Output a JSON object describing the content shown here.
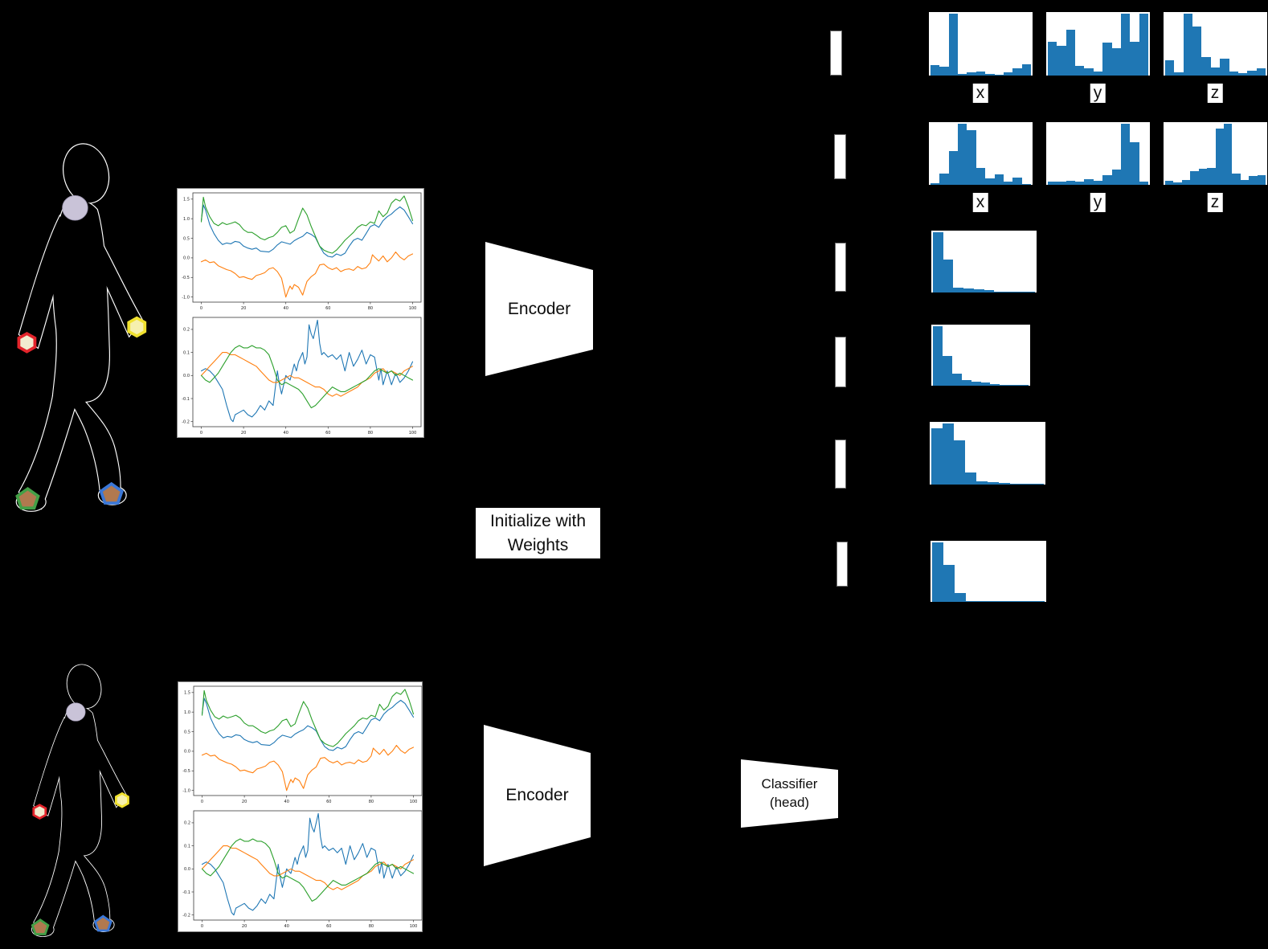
{
  "canvas": {
    "background": "#000000"
  },
  "palette": {
    "hist_bar": "#1f77b4",
    "line_blue": "#1f77b4",
    "line_orange": "#ff7f0e",
    "line_green": "#2ca02c",
    "neck_sensor_fill": "#c9c3d8",
    "neck_sensor_stroke": "#9a94ae",
    "wrist_right_hex_stroke": "#e3242b",
    "wrist_right_hex_fill": "#f2ecd0",
    "wrist_left_hex_stroke": "#f0e12f",
    "wrist_left_hex_fill": "#f6f0ae",
    "foot_right_pent_stroke": "#43a047",
    "foot_left_pent_stroke": "#3b78d8",
    "foot_pent_fill": "#b1794f",
    "silhouette_fill": "#000000",
    "silhouette_outline": "#ffffff"
  },
  "labels": {
    "encoder": "Encoder",
    "init_line1": "Initialize with",
    "init_line2": "Weights",
    "classifier_line1": "Classifier",
    "classifier_line2": "(head)"
  },
  "hists": {
    "row1_labels": [
      "x",
      "y",
      "z"
    ],
    "row2_labels": [
      "x",
      "y",
      "z"
    ],
    "embedding_bar_count": 6
  },
  "chart_data": [
    {
      "id": "sensor-accelerometer",
      "type": "line",
      "shown_in": [
        "top-figure",
        "bottom-figure"
      ],
      "xlim": [
        -4,
        104
      ],
      "ylim": [
        -1.13,
        1.66
      ],
      "xticks": [
        0,
        20,
        40,
        60,
        80,
        100
      ],
      "yticks": [
        1.5,
        1.0,
        0.5,
        0.0,
        -0.5,
        -1.0
      ],
      "grid": false,
      "series": [
        {
          "name": "blue",
          "color": "#1f77b4",
          "x": [
            0,
            1,
            2,
            4,
            6,
            8,
            10,
            12,
            14,
            16,
            18,
            20,
            22,
            24,
            26,
            28,
            30,
            32,
            34,
            36,
            38,
            40,
            42,
            44,
            46,
            48,
            50,
            52,
            54,
            56,
            58,
            60,
            62,
            64,
            66,
            68,
            70,
            72,
            74,
            76,
            78,
            80,
            82,
            84,
            86,
            88,
            90,
            92,
            94,
            96,
            98,
            100
          ],
          "y": [
            0.95,
            1.35,
            1.22,
            0.85,
            0.62,
            0.45,
            0.34,
            0.38,
            0.36,
            0.42,
            0.4,
            0.3,
            0.25,
            0.22,
            0.25,
            0.17,
            0.16,
            0.15,
            0.22,
            0.33,
            0.41,
            0.38,
            0.35,
            0.44,
            0.5,
            0.55,
            0.65,
            0.6,
            0.52,
            0.3,
            0.12,
            0.04,
            0.02,
            0.1,
            0.06,
            0.12,
            0.3,
            0.45,
            0.5,
            0.45,
            0.62,
            0.8,
            0.85,
            0.78,
            0.95,
            1.05,
            1.12,
            1.22,
            1.3,
            1.22,
            1.05,
            0.87
          ]
        },
        {
          "name": "green",
          "color": "#2ca02c",
          "x": [
            0,
            1,
            2,
            4,
            6,
            8,
            10,
            12,
            14,
            16,
            18,
            20,
            22,
            24,
            26,
            28,
            30,
            32,
            34,
            36,
            38,
            40,
            42,
            44,
            46,
            48,
            50,
            52,
            54,
            56,
            58,
            60,
            62,
            64,
            66,
            68,
            70,
            72,
            74,
            76,
            78,
            80,
            82,
            84,
            86,
            88,
            90,
            92,
            94,
            96,
            98,
            100
          ],
          "y": [
            0.92,
            1.55,
            1.3,
            1.05,
            0.88,
            0.82,
            0.9,
            0.85,
            0.88,
            0.92,
            0.85,
            0.72,
            0.65,
            0.65,
            0.58,
            0.5,
            0.46,
            0.52,
            0.55,
            0.65,
            0.78,
            0.82,
            0.63,
            0.7,
            1.0,
            1.27,
            1.1,
            0.8,
            0.55,
            0.3,
            0.2,
            0.15,
            0.12,
            0.2,
            0.32,
            0.45,
            0.55,
            0.65,
            0.78,
            0.85,
            0.82,
            0.92,
            0.88,
            1.2,
            1.05,
            1.15,
            1.4,
            1.5,
            1.45,
            1.58,
            1.3,
            0.95
          ]
        },
        {
          "name": "orange",
          "color": "#ff7f0e",
          "x": [
            0,
            2,
            4,
            6,
            8,
            10,
            12,
            14,
            16,
            18,
            20,
            22,
            24,
            26,
            28,
            30,
            32,
            34,
            36,
            38,
            40,
            41,
            42,
            43,
            44,
            46,
            48,
            50,
            52,
            54,
            56,
            58,
            60,
            62,
            64,
            66,
            68,
            70,
            72,
            74,
            76,
            78,
            80,
            81,
            82,
            84,
            86,
            88,
            90,
            92,
            94,
            96,
            98,
            100
          ],
          "y": [
            -0.1,
            -0.05,
            -0.12,
            -0.1,
            -0.2,
            -0.25,
            -0.3,
            -0.33,
            -0.4,
            -0.5,
            -0.48,
            -0.52,
            -0.55,
            -0.45,
            -0.42,
            -0.38,
            -0.28,
            -0.25,
            -0.35,
            -0.52,
            -1.0,
            -0.85,
            -0.72,
            -0.8,
            -0.68,
            -0.75,
            -0.95,
            -0.6,
            -0.48,
            -0.4,
            -0.18,
            -0.16,
            -0.25,
            -0.3,
            -0.25,
            -0.35,
            -0.3,
            -0.28,
            -0.32,
            -0.22,
            -0.28,
            -0.25,
            -0.12,
            0.08,
            0.02,
            -0.08,
            0.05,
            -0.1,
            0.0,
            0.15,
            0.02,
            -0.05,
            0.05,
            0.1
          ]
        }
      ]
    },
    {
      "id": "sensor-gyroscope",
      "type": "line",
      "shown_in": [
        "top-figure",
        "bottom-figure"
      ],
      "xlim": [
        -4,
        104
      ],
      "ylim": [
        -0.222,
        0.252
      ],
      "xticks": [
        0,
        20,
        40,
        60,
        80,
        100
      ],
      "yticks": [
        0.2,
        0.1,
        0.0,
        -0.1,
        -0.2
      ],
      "grid": false,
      "series": [
        {
          "name": "blue",
          "color": "#1f77b4",
          "x": [
            0,
            2,
            4,
            6,
            8,
            10,
            12,
            14,
            15,
            16,
            18,
            20,
            22,
            24,
            26,
            28,
            30,
            32,
            34,
            36,
            37,
            38,
            40,
            42,
            44,
            45,
            46,
            48,
            49,
            50,
            51,
            52,
            53,
            54,
            55,
            56,
            57,
            58,
            60,
            62,
            64,
            66,
            68,
            70,
            72,
            74,
            76,
            78,
            80,
            82,
            84,
            85,
            86,
            88,
            90,
            92,
            94,
            96,
            98,
            100
          ],
          "y": [
            0.02,
            0.03,
            0.02,
            0.0,
            -0.03,
            -0.06,
            -0.13,
            -0.19,
            -0.2,
            -0.17,
            -0.16,
            -0.15,
            -0.17,
            -0.18,
            -0.16,
            -0.13,
            -0.15,
            -0.11,
            -0.13,
            0.02,
            -0.04,
            -0.08,
            0.0,
            -0.02,
            0.05,
            0.02,
            0.06,
            0.1,
            0.05,
            0.08,
            0.22,
            0.18,
            0.16,
            0.2,
            0.24,
            0.14,
            0.09,
            0.1,
            0.08,
            0.09,
            0.07,
            0.09,
            0.02,
            0.1,
            0.04,
            0.07,
            0.11,
            0.05,
            0.09,
            0.08,
            -0.02,
            0.03,
            -0.04,
            0.02,
            -0.04,
            0.01,
            -0.03,
            -0.01,
            0.02,
            0.06
          ]
        },
        {
          "name": "orange",
          "color": "#ff7f0e",
          "x": [
            0,
            2,
            4,
            6,
            8,
            10,
            12,
            14,
            16,
            18,
            20,
            22,
            24,
            26,
            28,
            30,
            32,
            34,
            36,
            38,
            40,
            42,
            44,
            46,
            48,
            50,
            52,
            54,
            56,
            58,
            60,
            62,
            64,
            66,
            68,
            70,
            72,
            74,
            76,
            78,
            80,
            82,
            84,
            86,
            88,
            90,
            92,
            94,
            96,
            98,
            100
          ],
          "y": [
            0.0,
            0.02,
            0.04,
            0.06,
            0.08,
            0.1,
            0.1,
            0.09,
            0.09,
            0.08,
            0.07,
            0.06,
            0.05,
            0.04,
            0.02,
            0.0,
            -0.02,
            -0.03,
            -0.03,
            -0.02,
            -0.01,
            0.0,
            -0.01,
            -0.01,
            -0.02,
            -0.03,
            -0.04,
            -0.05,
            -0.05,
            -0.06,
            -0.08,
            -0.09,
            -0.08,
            -0.09,
            -0.08,
            -0.07,
            -0.06,
            -0.05,
            -0.03,
            -0.02,
            -0.01,
            0.01,
            0.02,
            0.03,
            0.01,
            0.02,
            0.01,
            0.0,
            0.02,
            0.03,
            0.04
          ]
        },
        {
          "name": "green",
          "color": "#2ca02c",
          "x": [
            0,
            2,
            4,
            6,
            8,
            10,
            12,
            14,
            16,
            18,
            20,
            22,
            24,
            26,
            28,
            30,
            32,
            34,
            36,
            38,
            40,
            42,
            44,
            46,
            48,
            50,
            52,
            54,
            56,
            58,
            60,
            62,
            64,
            66,
            68,
            70,
            72,
            74,
            76,
            78,
            80,
            82,
            84,
            86,
            88,
            90,
            92,
            94,
            96,
            98,
            100
          ],
          "y": [
            0.0,
            -0.02,
            -0.03,
            -0.01,
            0.01,
            0.04,
            0.07,
            0.1,
            0.12,
            0.13,
            0.12,
            0.12,
            0.13,
            0.12,
            0.12,
            0.11,
            0.09,
            0.04,
            -0.02,
            -0.04,
            -0.03,
            -0.04,
            -0.05,
            -0.06,
            -0.08,
            -0.11,
            -0.14,
            -0.13,
            -0.11,
            -0.09,
            -0.07,
            -0.05,
            -0.06,
            -0.07,
            -0.07,
            -0.06,
            -0.05,
            -0.04,
            -0.03,
            -0.02,
            0.0,
            0.02,
            0.03,
            0.02,
            0.01,
            0.02,
            0.0,
            0.01,
            0.0,
            -0.01,
            -0.02
          ]
        }
      ]
    },
    {
      "id": "hist-row1-x",
      "type": "bar",
      "xlabel": "x",
      "values": [
        0.17,
        0.15,
        1.0,
        0.03,
        0.05,
        0.07,
        0.02,
        0.01,
        0.05,
        0.12,
        0.18
      ]
    },
    {
      "id": "hist-row1-y",
      "type": "bar",
      "xlabel": "y",
      "values": [
        0.55,
        0.48,
        0.75,
        0.16,
        0.12,
        0.06,
        0.53,
        0.45,
        1.0,
        0.55,
        1.0
      ]
    },
    {
      "id": "hist-row1-z",
      "type": "bar",
      "xlabel": "z",
      "values": [
        0.25,
        0.05,
        1.0,
        0.8,
        0.3,
        0.13,
        0.28,
        0.07,
        0.04,
        0.08,
        0.12
      ]
    },
    {
      "id": "hist-row2-x",
      "type": "bar",
      "xlabel": "x",
      "values": [
        0.03,
        0.18,
        0.55,
        1.0,
        0.9,
        0.28,
        0.1,
        0.17,
        0.05,
        0.12,
        0.02
      ]
    },
    {
      "id": "hist-row2-y",
      "type": "bar",
      "xlabel": "y",
      "values": [
        0.05,
        0.05,
        0.06,
        0.05,
        0.09,
        0.06,
        0.16,
        0.25,
        1.0,
        0.7,
        0.05
      ]
    },
    {
      "id": "hist-row2-z",
      "type": "bar",
      "xlabel": "z",
      "values": [
        0.06,
        0.04,
        0.08,
        0.22,
        0.26,
        0.28,
        0.93,
        1.0,
        0.18,
        0.08,
        0.15,
        0.16
      ]
    },
    {
      "id": "hist-row3",
      "type": "bar",
      "xlabel": "",
      "values": [
        1.0,
        0.55,
        0.08,
        0.07,
        0.05,
        0.04,
        0.02,
        0.02,
        0.01,
        0.01
      ]
    },
    {
      "id": "hist-row4",
      "type": "bar",
      "xlabel": "",
      "values": [
        1.0,
        0.5,
        0.2,
        0.1,
        0.07,
        0.05,
        0.03,
        0.02,
        0.02,
        0.01
      ]
    },
    {
      "id": "hist-row5",
      "type": "bar",
      "xlabel": "",
      "values": [
        0.93,
        1.0,
        0.73,
        0.2,
        0.05,
        0.04,
        0.03,
        0.02,
        0.01,
        0.01
      ]
    },
    {
      "id": "hist-row6",
      "type": "bar",
      "xlabel": "",
      "values": [
        1.0,
        0.62,
        0.15,
        0.02,
        0.01,
        0.01,
        0.02,
        0.02,
        0.01,
        0.02
      ]
    }
  ]
}
